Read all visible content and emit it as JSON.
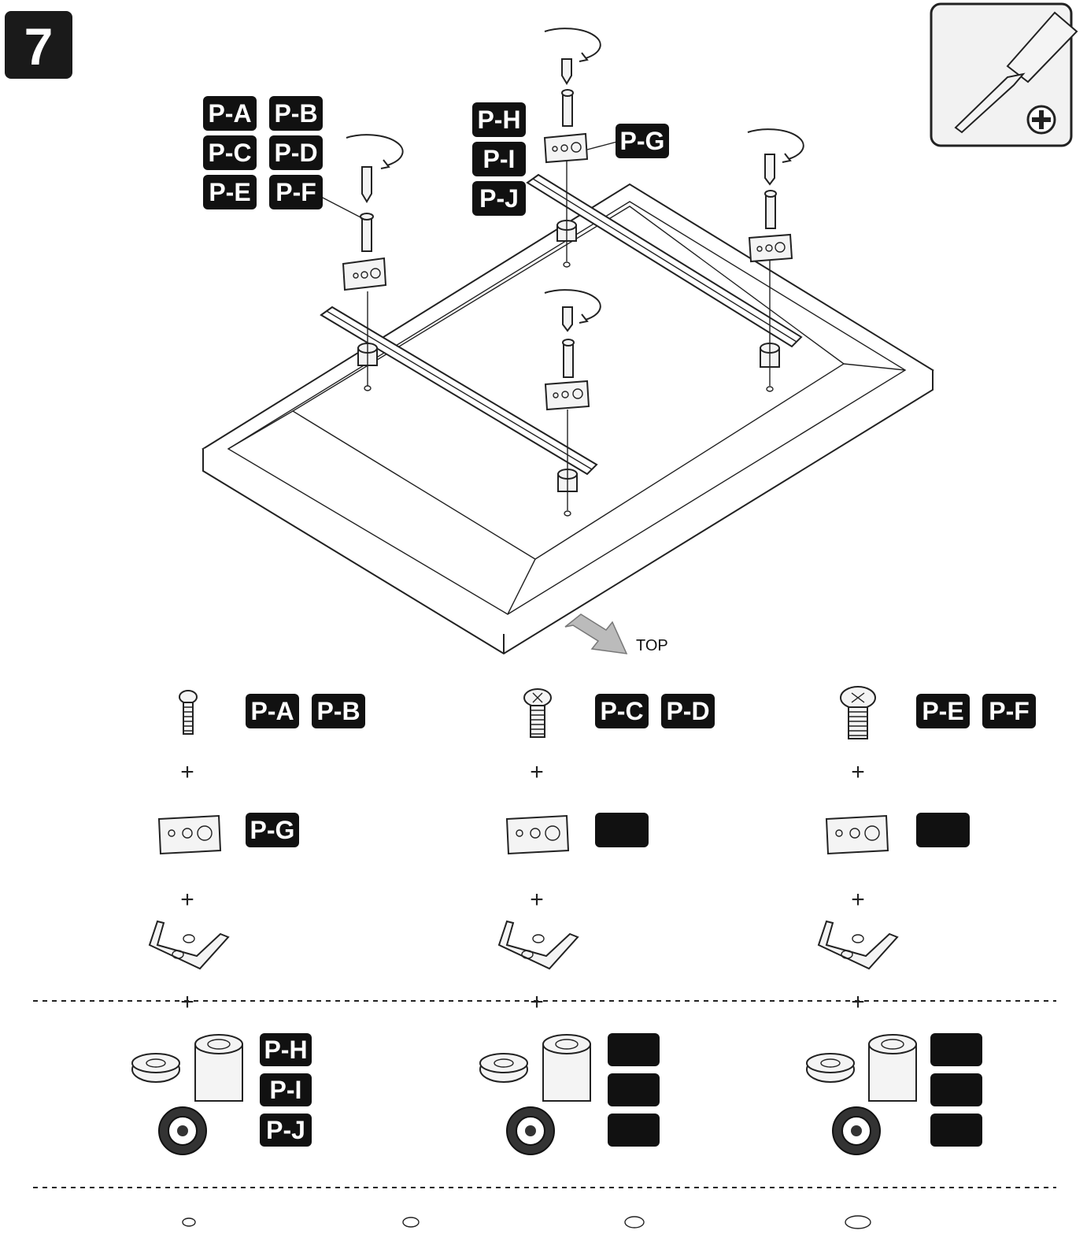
{
  "step": {
    "number": "7"
  },
  "direction_label": "TOP",
  "top_labels": {
    "group_left": [
      "P-A",
      "P-B",
      "P-C",
      "P-D",
      "P-E",
      "P-F"
    ],
    "group_mid": [
      "P-H",
      "P-I",
      "P-J"
    ],
    "washer": "P-G"
  },
  "tool": {
    "icon": "phillips-screwdriver-icon"
  },
  "legend": {
    "columns": [
      {
        "screw_labels": [
          "P-A",
          "P-B"
        ],
        "plate_label": "P-G",
        "spacer_labels": [
          "P-H",
          "P-I",
          "P-J"
        ]
      },
      {
        "screw_labels": [
          "P-C",
          "P-D"
        ],
        "plate_label": "",
        "spacer_labels": [
          "",
          "",
          ""
        ]
      },
      {
        "screw_labels": [
          "P-E",
          "P-F"
        ],
        "plate_label": "",
        "spacer_labels": [
          "",
          "",
          ""
        ]
      }
    ],
    "plus": "+"
  }
}
